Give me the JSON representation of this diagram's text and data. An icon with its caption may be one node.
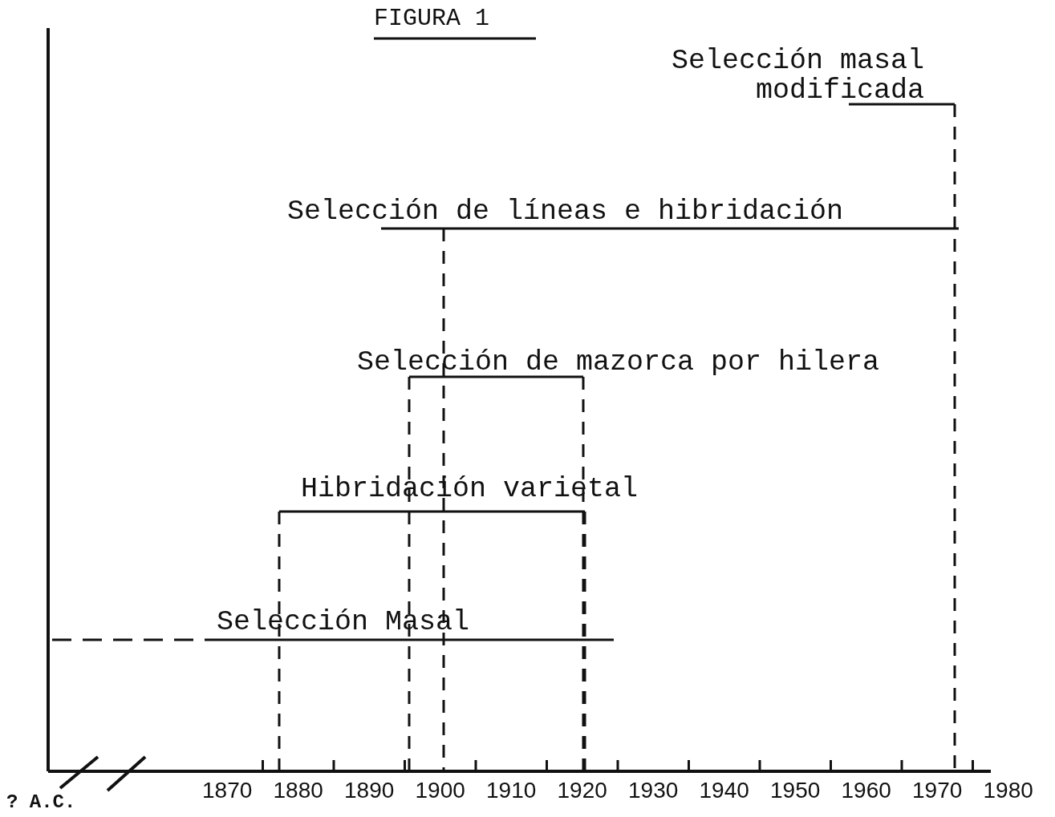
{
  "diagram": {
    "title": "FIGURA 1",
    "nodes": [
      {
        "text": [
          "Selección masal modificada"
        ]
      },
      {
        "text": [
          "Selección de líneas e hibridación"
        ]
      },
      {
        "text": [
          "Selección de mazorca por hilera"
        ]
      },
      {
        "text": [
          "Hibridación varietal"
        ]
      },
      {
        "text": [
          "Selección Masal"
        ]
      }
    ],
    "labels": [
      "? A.C.",
      "1870",
      "1880",
      "1890",
      "1900",
      "1910",
      "1920",
      "1930",
      "1940",
      "1950",
      "1960",
      "1970",
      "1980"
    ]
  }
}
